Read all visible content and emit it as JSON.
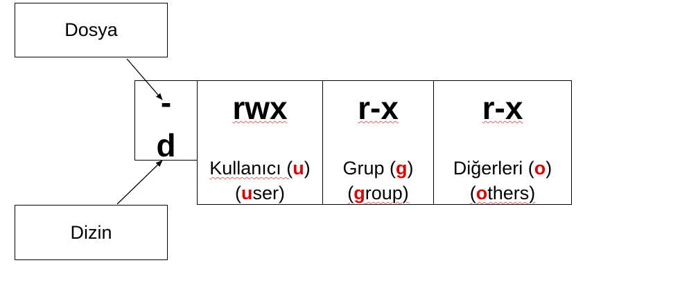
{
  "labels": {
    "dosya": "Dosya",
    "dizin": "Dizin"
  },
  "type_chars": {
    "file": "-",
    "dir": "d"
  },
  "permissions": {
    "user": {
      "perm": "rwx",
      "line1_pre": "Kullanıcı (",
      "line1_key": "u",
      "line1_post": ")",
      "line2_pre": "(",
      "line2_key": "u",
      "line2_post": "ser)"
    },
    "group": {
      "perm": "r-x",
      "line1_pre": "Grup (",
      "line1_key": "g",
      "line1_post": ")",
      "line2_pre": "(",
      "line2_key": "g",
      "line2_post": "roup)"
    },
    "others": {
      "perm": "r-x",
      "line1_pre": "Diğerleri (",
      "line1_key": "o",
      "line1_post": ")",
      "line2_pre": "(",
      "line2_key": "o",
      "line2_post": "thers)"
    }
  },
  "colors": {
    "key_letter": "#e00000",
    "spell_underline": "#e06666",
    "line": "#000000"
  }
}
